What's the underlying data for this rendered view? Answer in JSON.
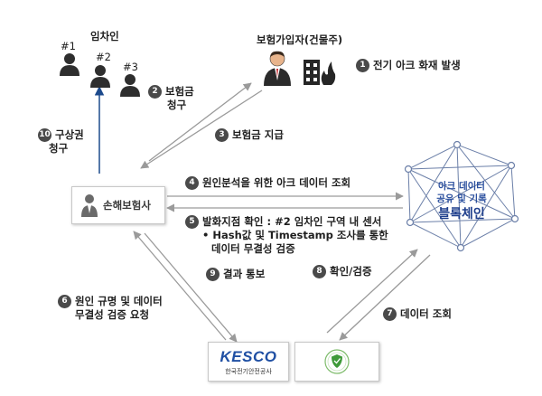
{
  "tenants": {
    "title": "임차인",
    "p1": "#1",
    "p2": "#2",
    "p3": "#3"
  },
  "insured": {
    "title": "보험가입자(건물주)"
  },
  "steps": {
    "s1": {
      "num": "1",
      "text": "전기 아크 화재 발생"
    },
    "s2": {
      "num": "2",
      "line1": "보험금",
      "line2": "청구"
    },
    "s3": {
      "num": "3",
      "text": "보험금 지급"
    },
    "s4": {
      "num": "4",
      "text": "원인분석을 위한 아크 데이터 조회"
    },
    "s5": {
      "num": "5",
      "line1": "발화지점 확인 : #2 임차인 구역 내 센서",
      "line2": "• Hash값 및 Timestamp 조사를 통한",
      "line3": "데이터 무결성 검증"
    },
    "s6": {
      "num": "6",
      "line1": "원인 규명 및 데이터",
      "line2": "무결성 검증 요청"
    },
    "s7": {
      "num": "7",
      "text": "데이터 조회"
    },
    "s8": {
      "num": "8",
      "text": "확인/검증"
    },
    "s9": {
      "num": "9",
      "text": "결과 통보"
    },
    "s10": {
      "num": "10",
      "line1": "구상권",
      "line2": "청구"
    }
  },
  "insurer": {
    "label": "손해보험사"
  },
  "blockchain": {
    "line1": "아크 데이터",
    "line2": "공유 및 기록",
    "line3": "블록체인"
  },
  "kesco": {
    "logo": "KESCO",
    "sub": "한국전기안전공사"
  },
  "colors": {
    "arrow": "#9a9a9a",
    "claimArrow": "#1c4a8c",
    "blockchainBlue": "#2a4f9e",
    "blockchainLine": "#6b7fa8"
  }
}
